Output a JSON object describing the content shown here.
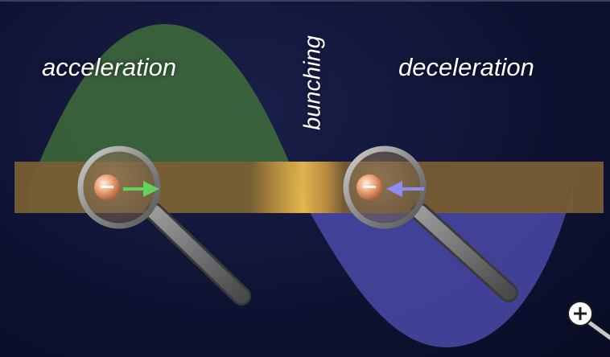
{
  "labels": {
    "acceleration": "acceleration",
    "bunching": "bunching",
    "deceleration": "deceleration"
  },
  "icons": {
    "left_magnifier": "magnifying-glass-icon",
    "right_magnifier": "magnifying-glass-icon",
    "zoom": "zoom-in-icon",
    "left_arrow": "arrow-right-icon",
    "right_arrow": "arrow-left-icon"
  },
  "colors": {
    "background": "#0f1333",
    "positive_lobe": "#3e6d3b",
    "negative_lobe": "#4a4aa8",
    "beam": "#7a5e33",
    "bunch": "#e8b54a",
    "electron": "#f0a67c",
    "accel_arrow": "#5fd35a",
    "decel_arrow": "#8c8cf0",
    "text": "#ffffff"
  }
}
